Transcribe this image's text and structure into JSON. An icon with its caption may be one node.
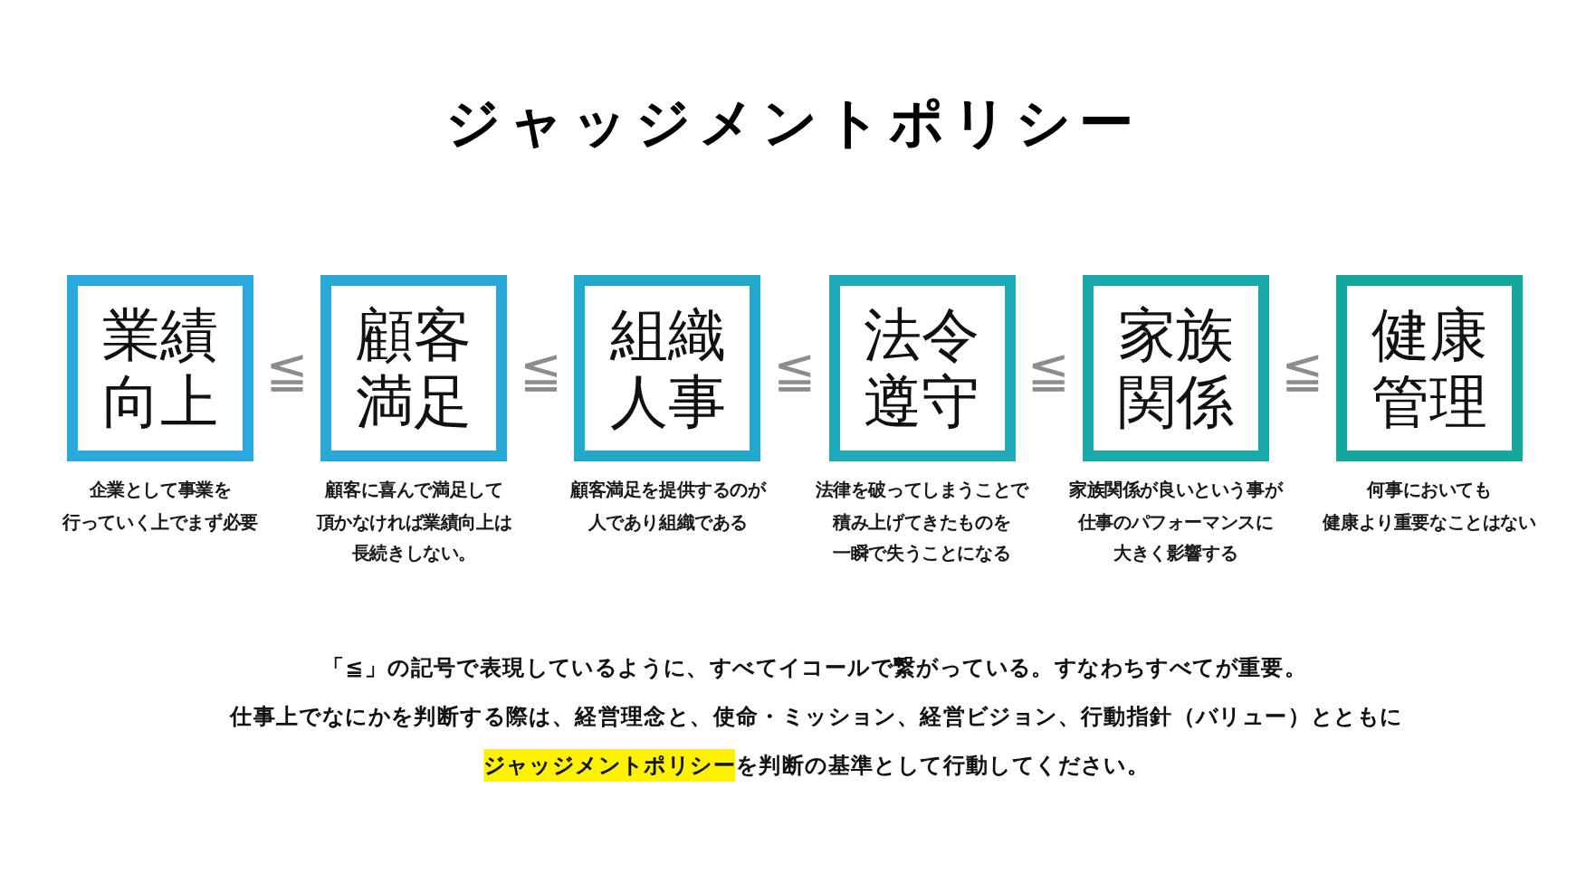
{
  "diagram": {
    "title": "ジャッジメントポリシー",
    "nodes": [
      {
        "text": [
          "業績向上"
        ],
        "beside": [
          "企業として事業を行っていく上でまず必要"
        ]
      },
      {
        "text": [
          "顧客満足"
        ],
        "beside": [
          "顧客に喜んで満足して頂かなければ業績向上は長続きしない。"
        ]
      },
      {
        "text": [
          "組織人事"
        ],
        "beside": [
          "顧客満足を提供するのが人であり組織である"
        ]
      },
      {
        "text": [
          "法令遵守"
        ],
        "beside": [
          "法律を破ってしまうことで積み上げてきたものを一瞬で失うことになる"
        ]
      },
      {
        "text": [
          "家族関係"
        ],
        "beside": [
          "家族関係が良いという事が仕事のパフォーマンスに大きく影響する"
        ]
      },
      {
        "text": [
          "健康管理"
        ],
        "beside": [
          "何事においても健康より重要なことはない"
        ]
      }
    ],
    "labels": [
      "≦",
      "≦",
      "≦",
      "≦",
      "≦",
      "「≦」の記号で表現しているように、すべてイコールで繋がっている。すなわちすべてが重要。",
      "仕事上でなにかを判断する際は、経営理念と、使命・ミッション、経営ビジョン、行動指針（バリュー）とともにジャッジメントポリシーを判断の基準として行動してください。"
    ]
  }
}
